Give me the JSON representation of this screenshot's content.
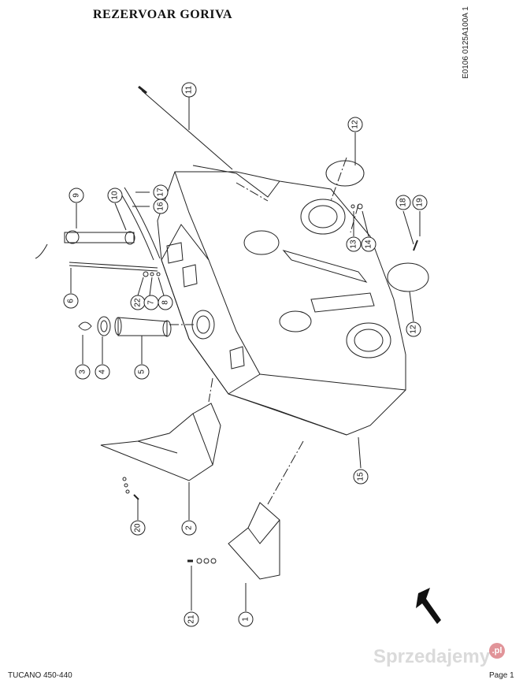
{
  "title": "REZERVOAR GORIVA",
  "drawing_code": "E0106 0125A100A 1",
  "footer": {
    "model": "TUCANO 450-440",
    "page": "Page 1"
  },
  "watermark": {
    "text": "Sprzedajemy",
    "badge": ".pl"
  },
  "callouts": [
    "11",
    "12",
    "9",
    "10",
    "17",
    "16",
    "18",
    "19",
    "13",
    "14",
    "6",
    "22",
    "7",
    "8",
    "3",
    "4",
    "5",
    "12",
    "15",
    "2",
    "20",
    "21",
    "1"
  ]
}
